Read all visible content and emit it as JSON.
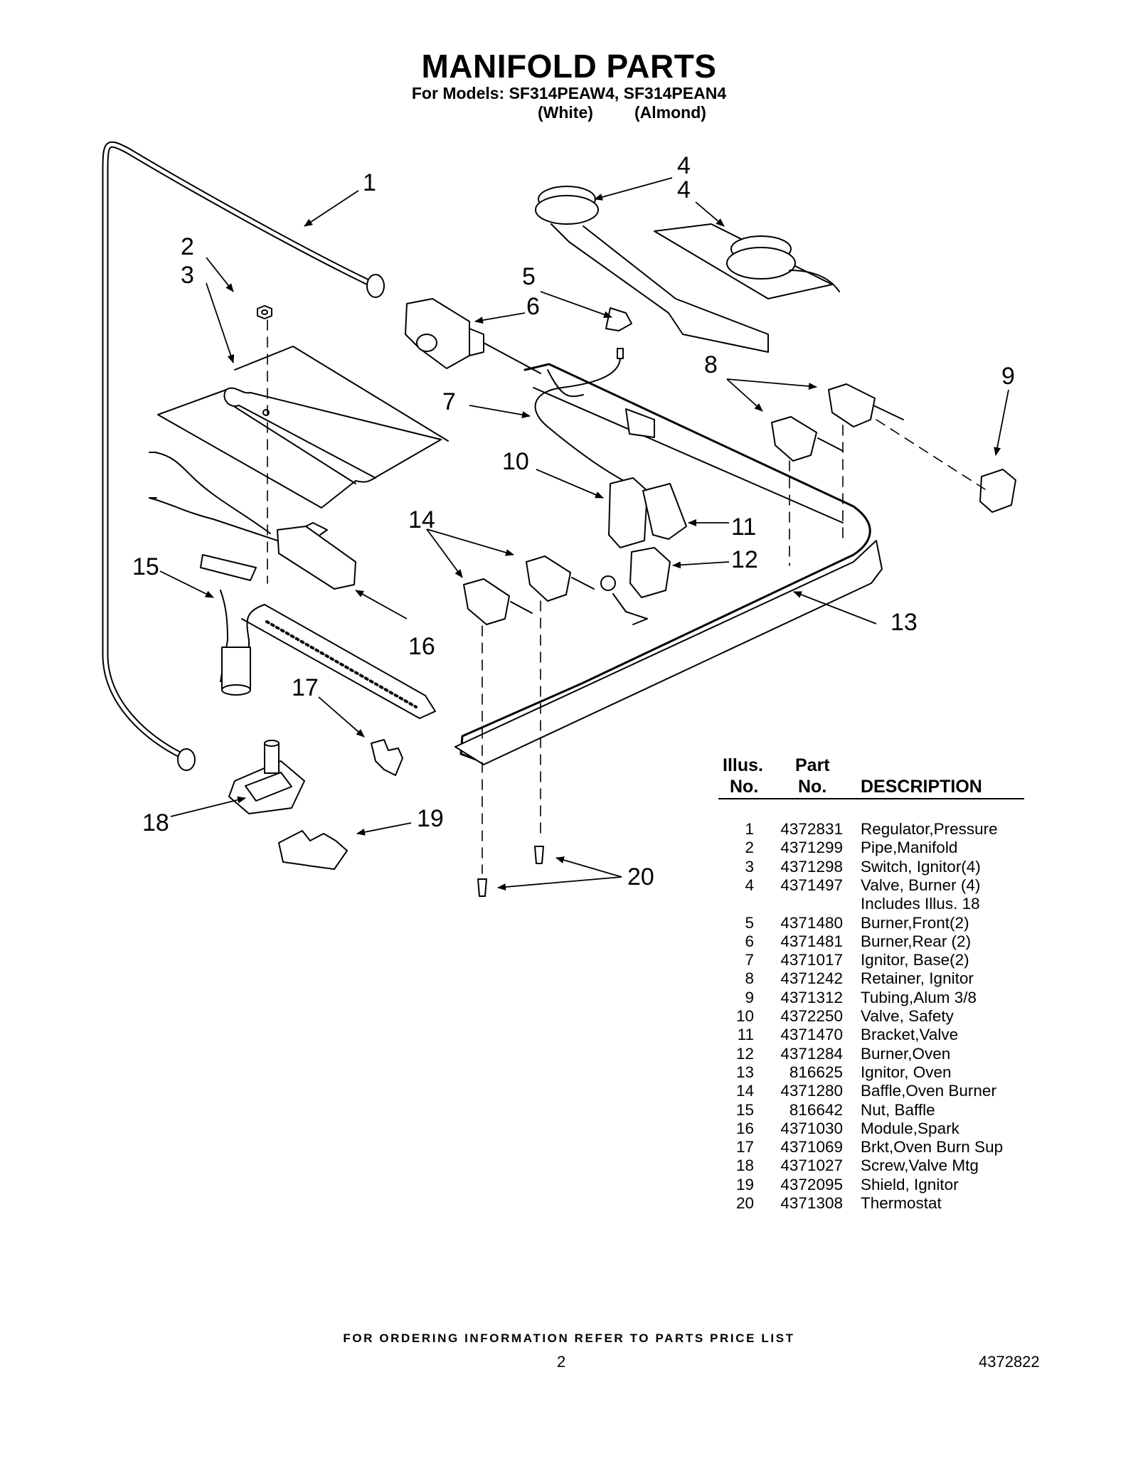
{
  "header": {
    "title": "MANIFOLD PARTS",
    "models": "For Models: SF314PEAW4, SF314PEAN4",
    "variant_white": "(White)",
    "variant_almond": "(Almond)"
  },
  "callouts": [
    "1",
    "2",
    "3",
    "4",
    "4",
    "5",
    "6",
    "7",
    "8",
    "9",
    "10",
    "11",
    "12",
    "13",
    "14",
    "15",
    "16",
    "17",
    "18",
    "19",
    "20"
  ],
  "table": {
    "header_illus": "Illus.",
    "header_no1": "No.",
    "header_part": "Part",
    "header_no2": "No.",
    "header_desc": "DESCRIPTION",
    "rows": [
      {
        "illus": "1",
        "part": "4372831",
        "desc": "Regulator,Pressure"
      },
      {
        "illus": "2",
        "part": "4371299",
        "desc": "Pipe,Manifold"
      },
      {
        "illus": "3",
        "part": "4371298",
        "desc": "Switch, Ignitor(4)"
      },
      {
        "illus": "4",
        "part": "4371497",
        "desc": "Valve, Burner (4)"
      },
      {
        "illus": "",
        "part": "",
        "desc": "Includes Illus. 18"
      },
      {
        "illus": "5",
        "part": "4371480",
        "desc": "Burner,Front(2)"
      },
      {
        "illus": "6",
        "part": "4371481",
        "desc": "Burner,Rear (2)"
      },
      {
        "illus": "7",
        "part": "4371017",
        "desc": "Ignitor, Base(2)"
      },
      {
        "illus": "8",
        "part": "4371242",
        "desc": "Retainer, Ignitor"
      },
      {
        "illus": "9",
        "part": "4371312",
        "desc": "Tubing,Alum 3/8"
      },
      {
        "illus": "10",
        "part": "4372250",
        "desc": "Valve, Safety"
      },
      {
        "illus": "11",
        "part": "4371470",
        "desc": "Bracket,Valve"
      },
      {
        "illus": "12",
        "part": "4371284",
        "desc": "Burner,Oven"
      },
      {
        "illus": "13",
        "part": "816625",
        "desc": "Ignitor, Oven"
      },
      {
        "illus": "14",
        "part": "4371280",
        "desc": "Baffle,Oven Burner"
      },
      {
        "illus": "15",
        "part": "816642",
        "desc": "Nut, Baffle"
      },
      {
        "illus": "16",
        "part": "4371030",
        "desc": "Module,Spark"
      },
      {
        "illus": "17",
        "part": "4371069",
        "desc": "Brkt,Oven Burn Sup"
      },
      {
        "illus": "18",
        "part": "4371027",
        "desc": "Screw,Valve Mtg"
      },
      {
        "illus": "19",
        "part": "4372095",
        "desc": "Shield, Ignitor"
      },
      {
        "illus": "20",
        "part": "4371308",
        "desc": "Thermostat"
      }
    ]
  },
  "footer": {
    "ordering_note": "FOR ORDERING INFORMATION REFER TO PARTS PRICE LIST",
    "page_number": "2",
    "document_number": "4372822"
  }
}
